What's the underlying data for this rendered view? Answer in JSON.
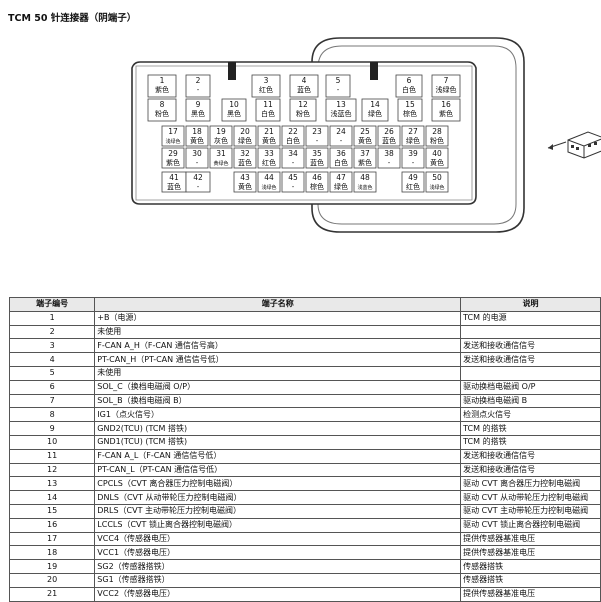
{
  "title": "TCM 50 针连接器（阴端子）",
  "connector_pins": [
    {
      "n": "1",
      "c": "紫色"
    },
    {
      "n": "2",
      "c": "-"
    },
    {
      "n": "3",
      "c": "红色"
    },
    {
      "n": "4",
      "c": "蓝色"
    },
    {
      "n": "5",
      "c": "-"
    },
    {
      "n": "6",
      "c": "白色"
    },
    {
      "n": "7",
      "c": "浅绿色"
    },
    {
      "n": "8",
      "c": "粉色"
    },
    {
      "n": "9",
      "c": "黑色"
    },
    {
      "n": "10",
      "c": "黑色"
    },
    {
      "n": "11",
      "c": "白色"
    },
    {
      "n": "12",
      "c": "粉色"
    },
    {
      "n": "13",
      "c": "浅蓝色"
    },
    {
      "n": "14",
      "c": "绿色"
    },
    {
      "n": "15",
      "c": "棕色"
    },
    {
      "n": "16",
      "c": "紫色"
    },
    {
      "n": "17",
      "c": "浅绿色"
    },
    {
      "n": "18",
      "c": "黄色"
    },
    {
      "n": "19",
      "c": "灰色"
    },
    {
      "n": "20",
      "c": "绿色"
    },
    {
      "n": "21",
      "c": "黄色"
    },
    {
      "n": "22",
      "c": "白色"
    },
    {
      "n": "23",
      "c": "-"
    },
    {
      "n": "24",
      "c": "-"
    },
    {
      "n": "25",
      "c": "黄色"
    },
    {
      "n": "26",
      "c": "蓝色"
    },
    {
      "n": "27",
      "c": "绿色"
    },
    {
      "n": "28",
      "c": "粉色"
    },
    {
      "n": "29",
      "c": "紫色"
    },
    {
      "n": "30",
      "c": "-"
    },
    {
      "n": "31",
      "c": "黄绿色"
    },
    {
      "n": "32",
      "c": "蓝色"
    },
    {
      "n": "33",
      "c": "红色"
    },
    {
      "n": "34",
      "c": "-"
    },
    {
      "n": "35",
      "c": "蓝色"
    },
    {
      "n": "36",
      "c": "白色"
    },
    {
      "n": "37",
      "c": "紫色"
    },
    {
      "n": "38",
      "c": "-"
    },
    {
      "n": "39",
      "c": "-"
    },
    {
      "n": "40",
      "c": "黄色"
    },
    {
      "n": "41",
      "c": "蓝色"
    },
    {
      "n": "42",
      "c": "-"
    },
    {
      "n": "43",
      "c": "黄色"
    },
    {
      "n": "44",
      "c": "浅绿色"
    },
    {
      "n": "45",
      "c": "-"
    },
    {
      "n": "46",
      "c": "棕色"
    },
    {
      "n": "47",
      "c": "绿色"
    },
    {
      "n": "48",
      "c": "浅蓝色"
    },
    {
      "n": "49",
      "c": "红色"
    },
    {
      "n": "50",
      "c": "浅绿色"
    }
  ],
  "table": {
    "headers": [
      "端子编号",
      "端子名称",
      "说明"
    ],
    "rows": [
      [
        "1",
        "+B（电源）",
        "TCM 的电源"
      ],
      [
        "2",
        "未使用",
        ""
      ],
      [
        "3",
        "F-CAN A_H（F-CAN 通信信号高）",
        "发送和接收通信信号"
      ],
      [
        "4",
        "PT-CAN_H（PT-CAN 通信信号低）",
        "发送和接收通信信号"
      ],
      [
        "5",
        "未使用",
        ""
      ],
      [
        "6",
        "SOL_C（换档电磁阀 O/P）",
        "驱动换档电磁阀 O/P"
      ],
      [
        "7",
        "SOL_B（换档电磁阀 B）",
        "驱动换档电磁阀 B"
      ],
      [
        "8",
        "IG1（点火信号）",
        "检测点火信号"
      ],
      [
        "9",
        "GND2(TCU) (TCM 搭铁)",
        "TCM 的搭铁"
      ],
      [
        "10",
        "GND1(TCU) (TCM 搭铁)",
        "TCM 的搭铁"
      ],
      [
        "11",
        "F-CAN A_L（F-CAN 通信信号低）",
        "发送和接收通信信号"
      ],
      [
        "12",
        "PT-CAN_L（PT-CAN 通信信号低）",
        "发送和接收通信信号"
      ],
      [
        "13",
        "CPCLS（CVT 离合器压力控制电磁阀）",
        "驱动 CVT 离合器压力控制电磁阀"
      ],
      [
        "14",
        "DNLS（CVT 从动带轮压力控制电磁阀）",
        "驱动 CVT 从动带轮压力控制电磁阀"
      ],
      [
        "15",
        "DRLS（CVT 主动带轮压力控制电磁阀）",
        "驱动 CVT 主动带轮压力控制电磁阀"
      ],
      [
        "16",
        "LCCLS（CVT 锁止离合器控制电磁阀）",
        "驱动 CVT 锁止离合器控制电磁阀"
      ],
      [
        "17",
        "VCC4（传感器电压）",
        "提供传感器基准电压"
      ],
      [
        "18",
        "VCC1（传感器电压）",
        "提供传感器基准电压"
      ],
      [
        "19",
        "SG2（传感器搭铁）",
        "传感器搭铁"
      ],
      [
        "20",
        "SG1（传感器搭铁）",
        "传感器搭铁"
      ],
      [
        "21",
        "VCC2（传感器电压）",
        "提供传感器基准电压"
      ]
    ]
  }
}
